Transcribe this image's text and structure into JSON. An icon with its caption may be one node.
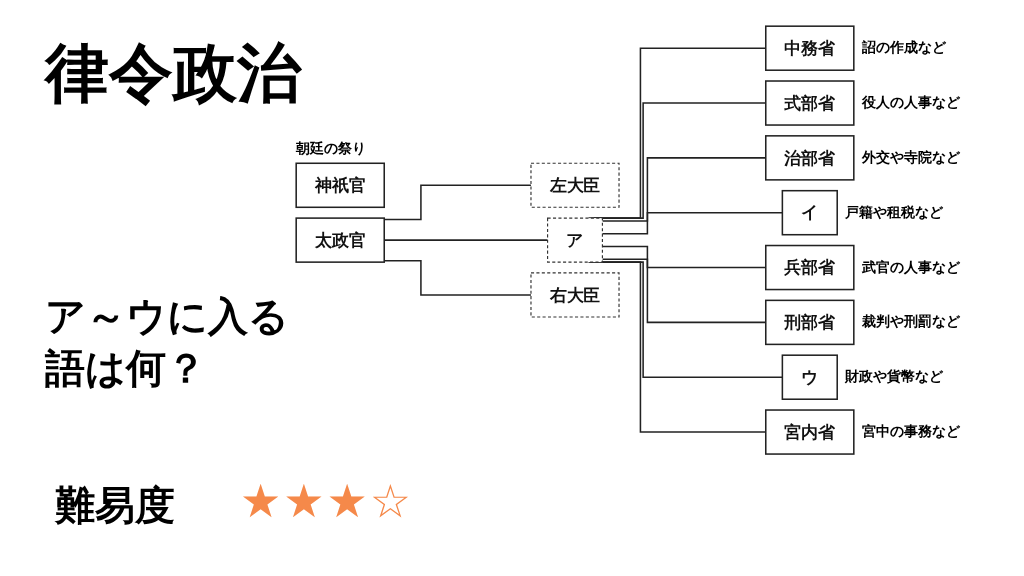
{
  "diagram": {
    "title": "律令政治",
    "nodes": [
      {
        "text": [
          "神祇官"
        ],
        "beside": [
          "朝廷の祭り"
        ]
      },
      {
        "text": [
          "太政官"
        ]
      },
      {
        "text": [
          "左大臣"
        ]
      },
      {
        "text": [
          "ア"
        ]
      },
      {
        "text": [
          "右大臣"
        ]
      },
      {
        "text": [
          "中務省"
        ],
        "beside": [
          "詔の作成など"
        ]
      },
      {
        "text": [
          "式部省"
        ],
        "beside": [
          "役人の人事など"
        ]
      },
      {
        "text": [
          "治部省"
        ],
        "beside": [
          "外交や寺院など"
        ]
      },
      {
        "text": [
          "イ"
        ],
        "beside": [
          "戸籍や租税など"
        ]
      },
      {
        "text": [
          "兵部省"
        ],
        "beside": [
          "武官の人事など"
        ]
      },
      {
        "text": [
          "刑部省"
        ],
        "beside": [
          "裁判や刑罰など"
        ]
      },
      {
        "text": [
          "ウ"
        ],
        "beside": [
          "財政や貨幣など"
        ]
      },
      {
        "text": [
          "宮内省"
        ],
        "beside": [
          "宮中の事務など"
        ]
      }
    ],
    "edges": [
      {
        "from": 1,
        "to": 2,
        "arrow": "none"
      },
      {
        "from": 1,
        "to": 3,
        "arrow": "none"
      },
      {
        "from": 1,
        "to": 4,
        "arrow": "none"
      },
      {
        "from": 3,
        "to": 5,
        "arrow": "none"
      },
      {
        "from": 3,
        "to": 6,
        "arrow": "none"
      },
      {
        "from": 3,
        "to": 7,
        "arrow": "none"
      },
      {
        "from": 3,
        "to": 8,
        "arrow": "none"
      },
      {
        "from": 3,
        "to": 9,
        "arrow": "none"
      },
      {
        "from": 3,
        "to": 10,
        "arrow": "none"
      },
      {
        "from": 3,
        "to": 11,
        "arrow": "none"
      },
      {
        "from": 3,
        "to": 12,
        "arrow": "none"
      }
    ],
    "labels": [
      "ア～ウに入る語は何？",
      "難易度",
      "★★★☆"
    ]
  }
}
